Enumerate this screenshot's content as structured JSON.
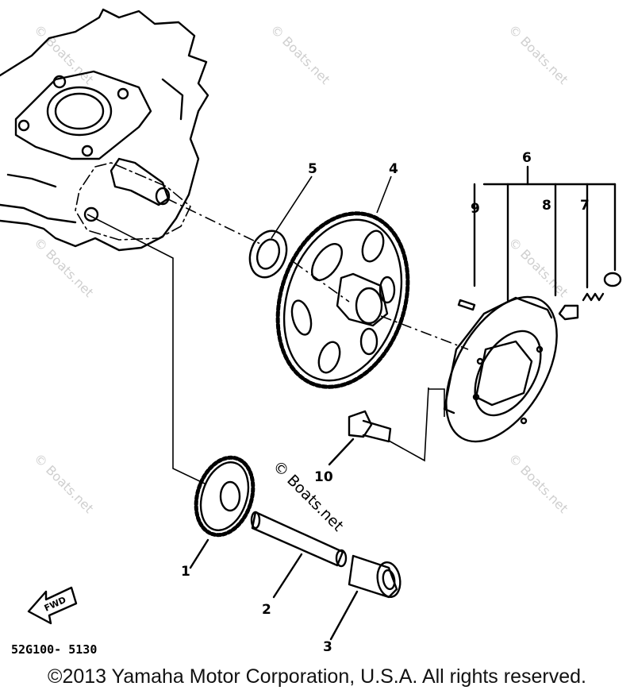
{
  "callouts": {
    "c1": "1",
    "c2": "2",
    "c3": "3",
    "c4": "4",
    "c5": "5",
    "c6": "6",
    "c7": "7",
    "c8": "8",
    "c9": "9",
    "c10": "10"
  },
  "part_code": "52G100- 5130",
  "fwd_label": "FWD",
  "watermark": "© Boats.net",
  "copyright": "©2013 Yamaha Motor Corporation, U.S.A. All rights reserved.",
  "colors": {
    "ink": "#000000",
    "watermark": "#cfcfcf",
    "background": "#ffffff"
  }
}
